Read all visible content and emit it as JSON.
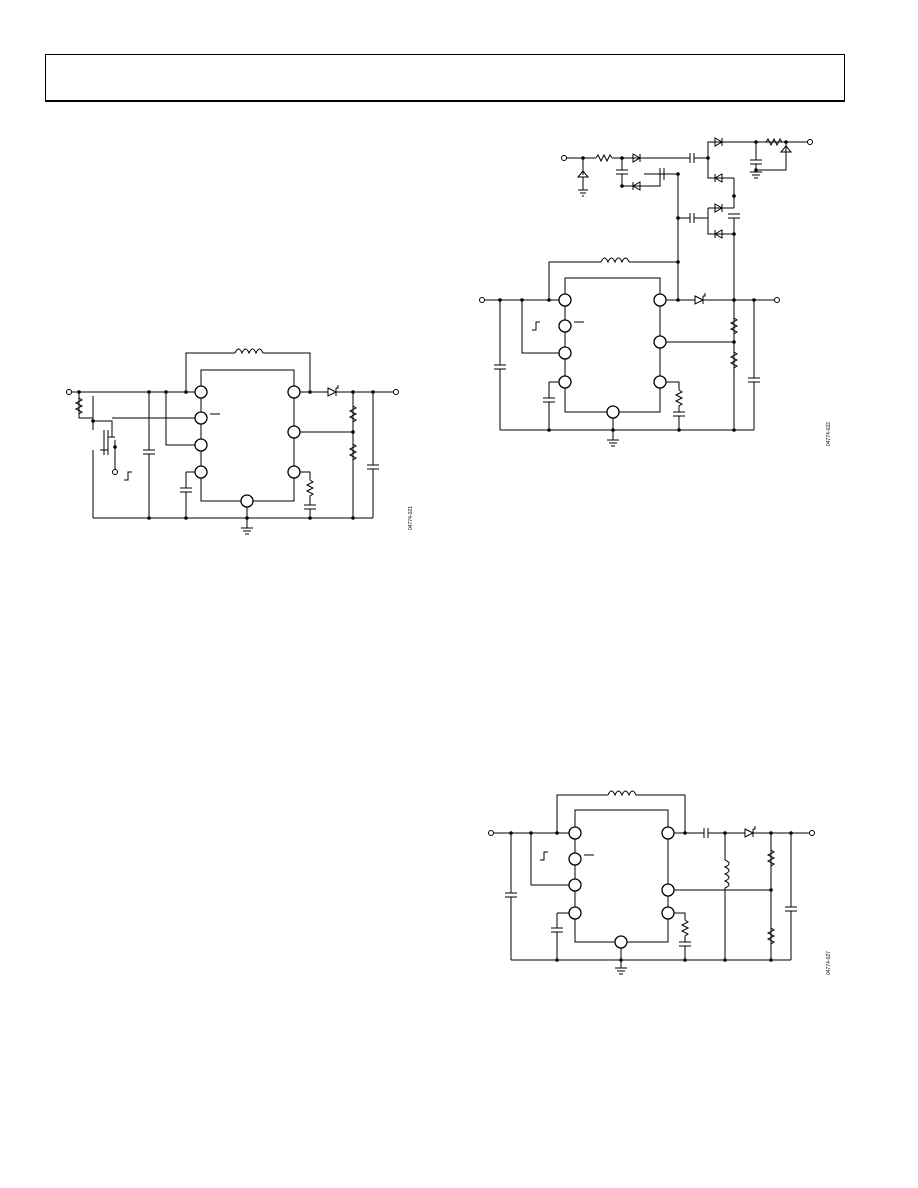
{
  "page": {
    "header_text": ""
  },
  "figures": [
    {
      "id": "fig-1",
      "code": "04774-021"
    },
    {
      "id": "fig-2",
      "code": "04774-022"
    },
    {
      "id": "fig-3",
      "code": "04774-027"
    }
  ]
}
